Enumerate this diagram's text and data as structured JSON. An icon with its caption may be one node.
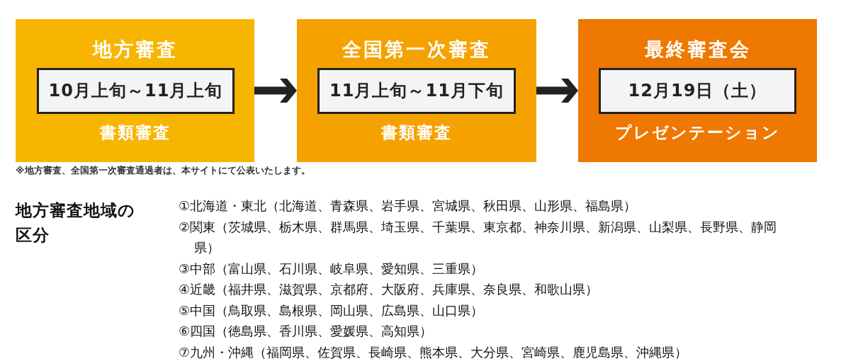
{
  "diagram": {
    "nodes": [
      {
        "text": [
          "地方審査",
          "書類審査"
        ]
      },
      {
        "text": [
          "10月上旬～11月上旬"
        ],
        "in": 0
      },
      {
        "text": [
          "全国第一次審査",
          "書類審査"
        ]
      },
      {
        "text": [
          "11月上旬～11月下旬"
        ],
        "in": 2
      },
      {
        "text": [
          "最終審査会",
          "プレゼンテーション"
        ]
      },
      {
        "text": [
          "12月19日（土）"
        ],
        "in": 4
      }
    ],
    "edges": [
      {
        "from": 0,
        "to": 2,
        "arrow": "to"
      },
      {
        "from": 2,
        "to": 4,
        "arrow": "to"
      }
    ],
    "labels": [
      "※地方審査、全国第一次審査通過者は、本サイトにて公表いたします。",
      "地方審査地域の区分",
      "①北海道・東北（北海道、青森県、岩手県、宮城県、秋田県、山形県、福島県）",
      "②関東（茨城県、栃木県、群馬県、埼玉県、千葉県、東京都、神奈川県、新潟県、山梨県、長野県、静岡県）",
      "③中部（富山県、石川県、岐阜県、愛知県、三重県）",
      "④近畿（福井県、滋賀県、京都府、大阪府、兵庫県、奈良県、和歌山県）",
      "⑤中国（鳥取県、島根県、岡山県、広島県、山口県）",
      "⑥四国（徳島県、香川県、愛媛県、高知県）",
      "⑦九州・沖縄（福岡県、佐賀県、長崎県、熊本県、大分県、宮崎県、鹿児島県、沖縄県）"
    ]
  }
}
